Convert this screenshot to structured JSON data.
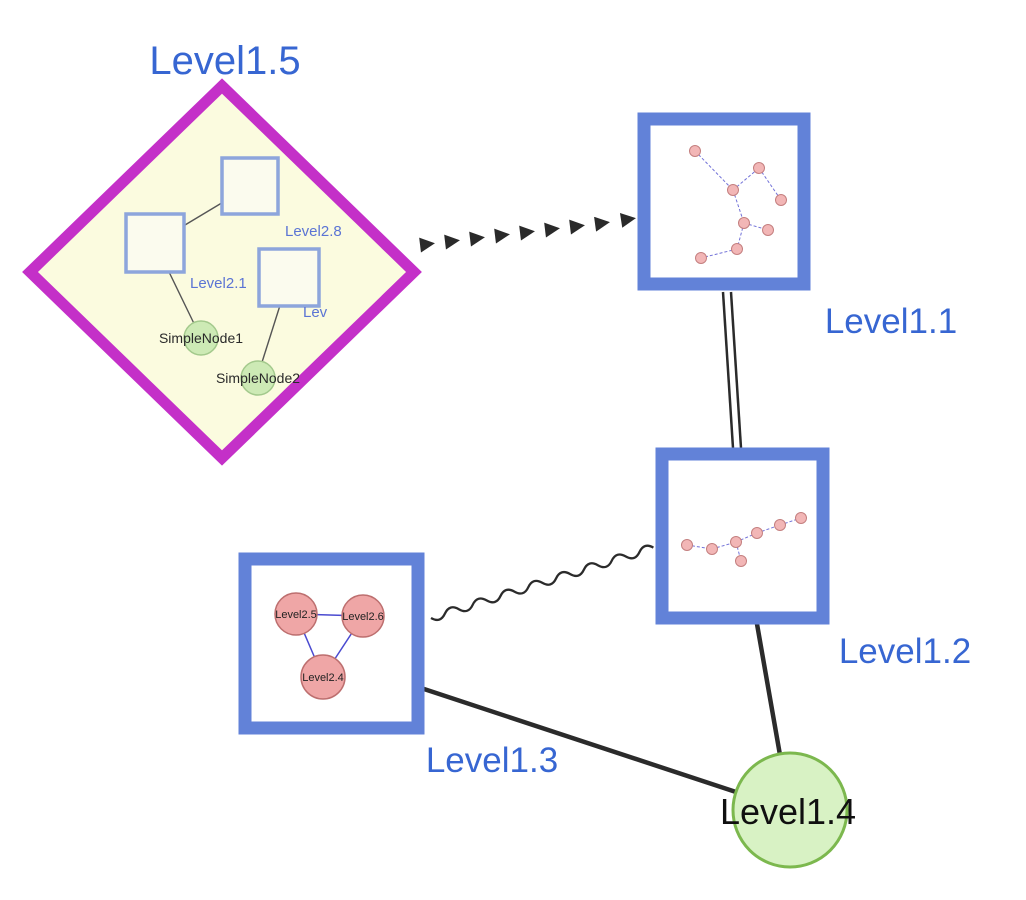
{
  "canvas": {
    "width": "1026",
    "height": "900",
    "background": "#ffffff"
  },
  "nodes": {
    "level15": {
      "label": "Level1.5",
      "shape": "diamond-group",
      "border_color": "#c430c8",
      "fill": "#fbfbdf"
    },
    "level11": {
      "label": "Level1.1",
      "shape": "square-group",
      "border_color": "#6282d8"
    },
    "level12": {
      "label": "Level1.2",
      "shape": "square-group",
      "border_color": "#6282d8"
    },
    "level13": {
      "label": "Level1.3",
      "shape": "square-group",
      "border_color": "#6282d8"
    },
    "level14": {
      "label": "Level1.4",
      "shape": "circle",
      "fill": "#d8f2c4",
      "border_color": "#7cb84e"
    }
  },
  "level15_contents": {
    "square_nodes": [
      {
        "label": "Level2.8"
      },
      {
        "label": "Level2.1"
      },
      {
        "label": "Lev"
      }
    ],
    "simple_nodes": [
      {
        "label": "SimpleNode1"
      },
      {
        "label": "SimpleNode2"
      }
    ]
  },
  "level13_contents": {
    "nodes": [
      {
        "label": "Level2.5"
      },
      {
        "label": "Level2.6"
      },
      {
        "label": "Level2.4"
      }
    ]
  },
  "edges": [
    {
      "from": "Level1.5",
      "to": "Level1.1",
      "style": "dashed-arrow-chain"
    },
    {
      "from": "Level1.1",
      "to": "Level1.2",
      "style": "double-line"
    },
    {
      "from": "Level1.3",
      "to": "Level1.2",
      "style": "wavy"
    },
    {
      "from": "Level1.3",
      "to": "Level1.4",
      "style": "solid"
    },
    {
      "from": "Level1.2",
      "to": "Level1.4",
      "style": "solid"
    }
  ],
  "colors": {
    "label_blue": "#3766d2",
    "inner_label_blue": "#5b74d4",
    "group_border_blue": "#6282d8",
    "diamond_border_magenta": "#c430c8",
    "diamond_fill_yellow": "#fbfbdf",
    "simple_node_fill_green": "#cdeab5",
    "level14_fill_green": "#d8f2c4",
    "pink_node_fill": "#efa6a6",
    "edge_black": "#2b2b2b",
    "mini_edge_blue": "#7272d8"
  }
}
